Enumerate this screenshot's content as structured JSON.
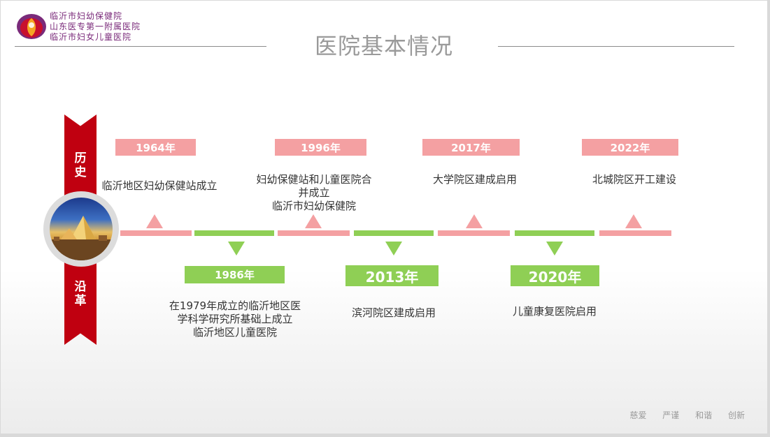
{
  "logo": {
    "lines": [
      "临沂市妇幼保健院",
      "山东医专第一附属医院",
      "临沂市妇女儿童医院"
    ],
    "brand_colors": [
      "#c8102e",
      "#f5a623",
      "#7a2a7a"
    ]
  },
  "page": {
    "title": "医院基本情况"
  },
  "ribbon": {
    "top_text": "历史",
    "bottom_text": "沿革",
    "color": "#c00010"
  },
  "timeline": {
    "colors": {
      "pink": "#f4a0a2",
      "green": "#8fcf55"
    },
    "events": [
      {
        "year": "1964年",
        "text": "临沂地区妇幼保健站成立"
      },
      {
        "year": "1986年",
        "text": "在1979年成立的临沂地区医\n学科学研究所基础上成立\n临沂地区儿童医院"
      },
      {
        "year": "1996年",
        "text": "妇幼保健站和儿童医院合\n并成立\n临沂市妇幼保健院"
      },
      {
        "year": "2013年",
        "text": "滨河院区建成启用"
      },
      {
        "year": "2017年",
        "text": "大学院区建成启用"
      },
      {
        "year": "2020年",
        "text": "儿童康复医院启用"
      },
      {
        "year": "2022年",
        "text": "北城院区开工建设"
      }
    ]
  },
  "footer": {
    "values": [
      "慈爱",
      "严谨",
      "和谐",
      "创新"
    ]
  }
}
